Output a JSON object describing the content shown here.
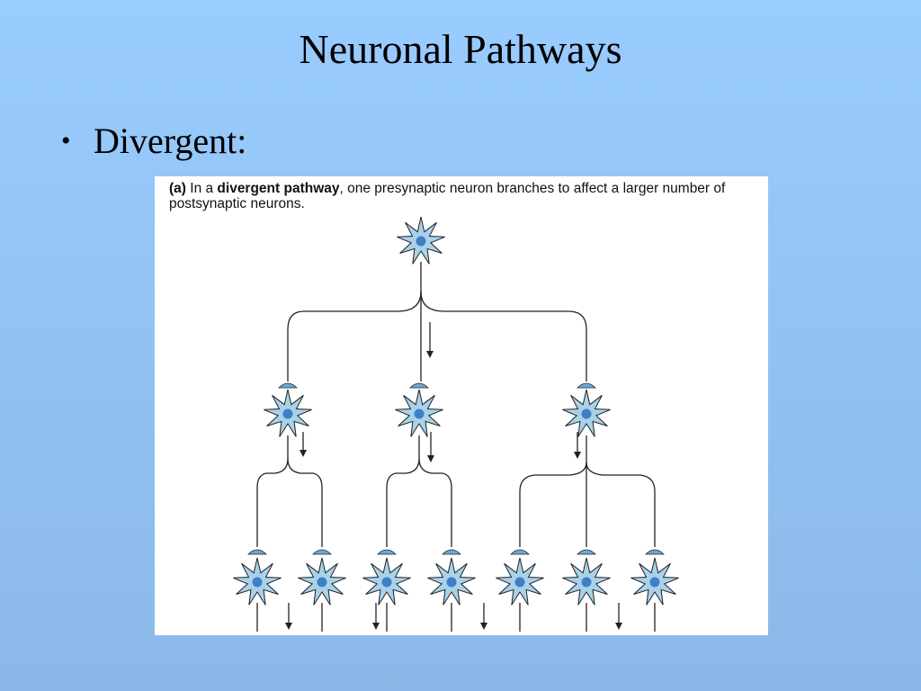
{
  "slide": {
    "title": "Neuronal Pathways",
    "bullet": "Divergent:"
  },
  "figure": {
    "caption_label": "(a)",
    "caption_pre": " In a ",
    "caption_bold": "divergent pathway",
    "caption_post": ", one presynaptic neuron branches to affect a larger number of postsynaptic neurons."
  },
  "colors": {
    "background_top": "#99ccff",
    "background_bottom": "#8ab8e8",
    "neuron_fill": "#a8d2ea",
    "nucleus_fill": "#3f7fc6",
    "terminal_fill": "#6aaad8",
    "line": "#222222"
  },
  "icons": {
    "neuron": "neuron-icon",
    "synapse": "synaptic-terminal-icon",
    "arrow": "down-arrow-icon"
  }
}
